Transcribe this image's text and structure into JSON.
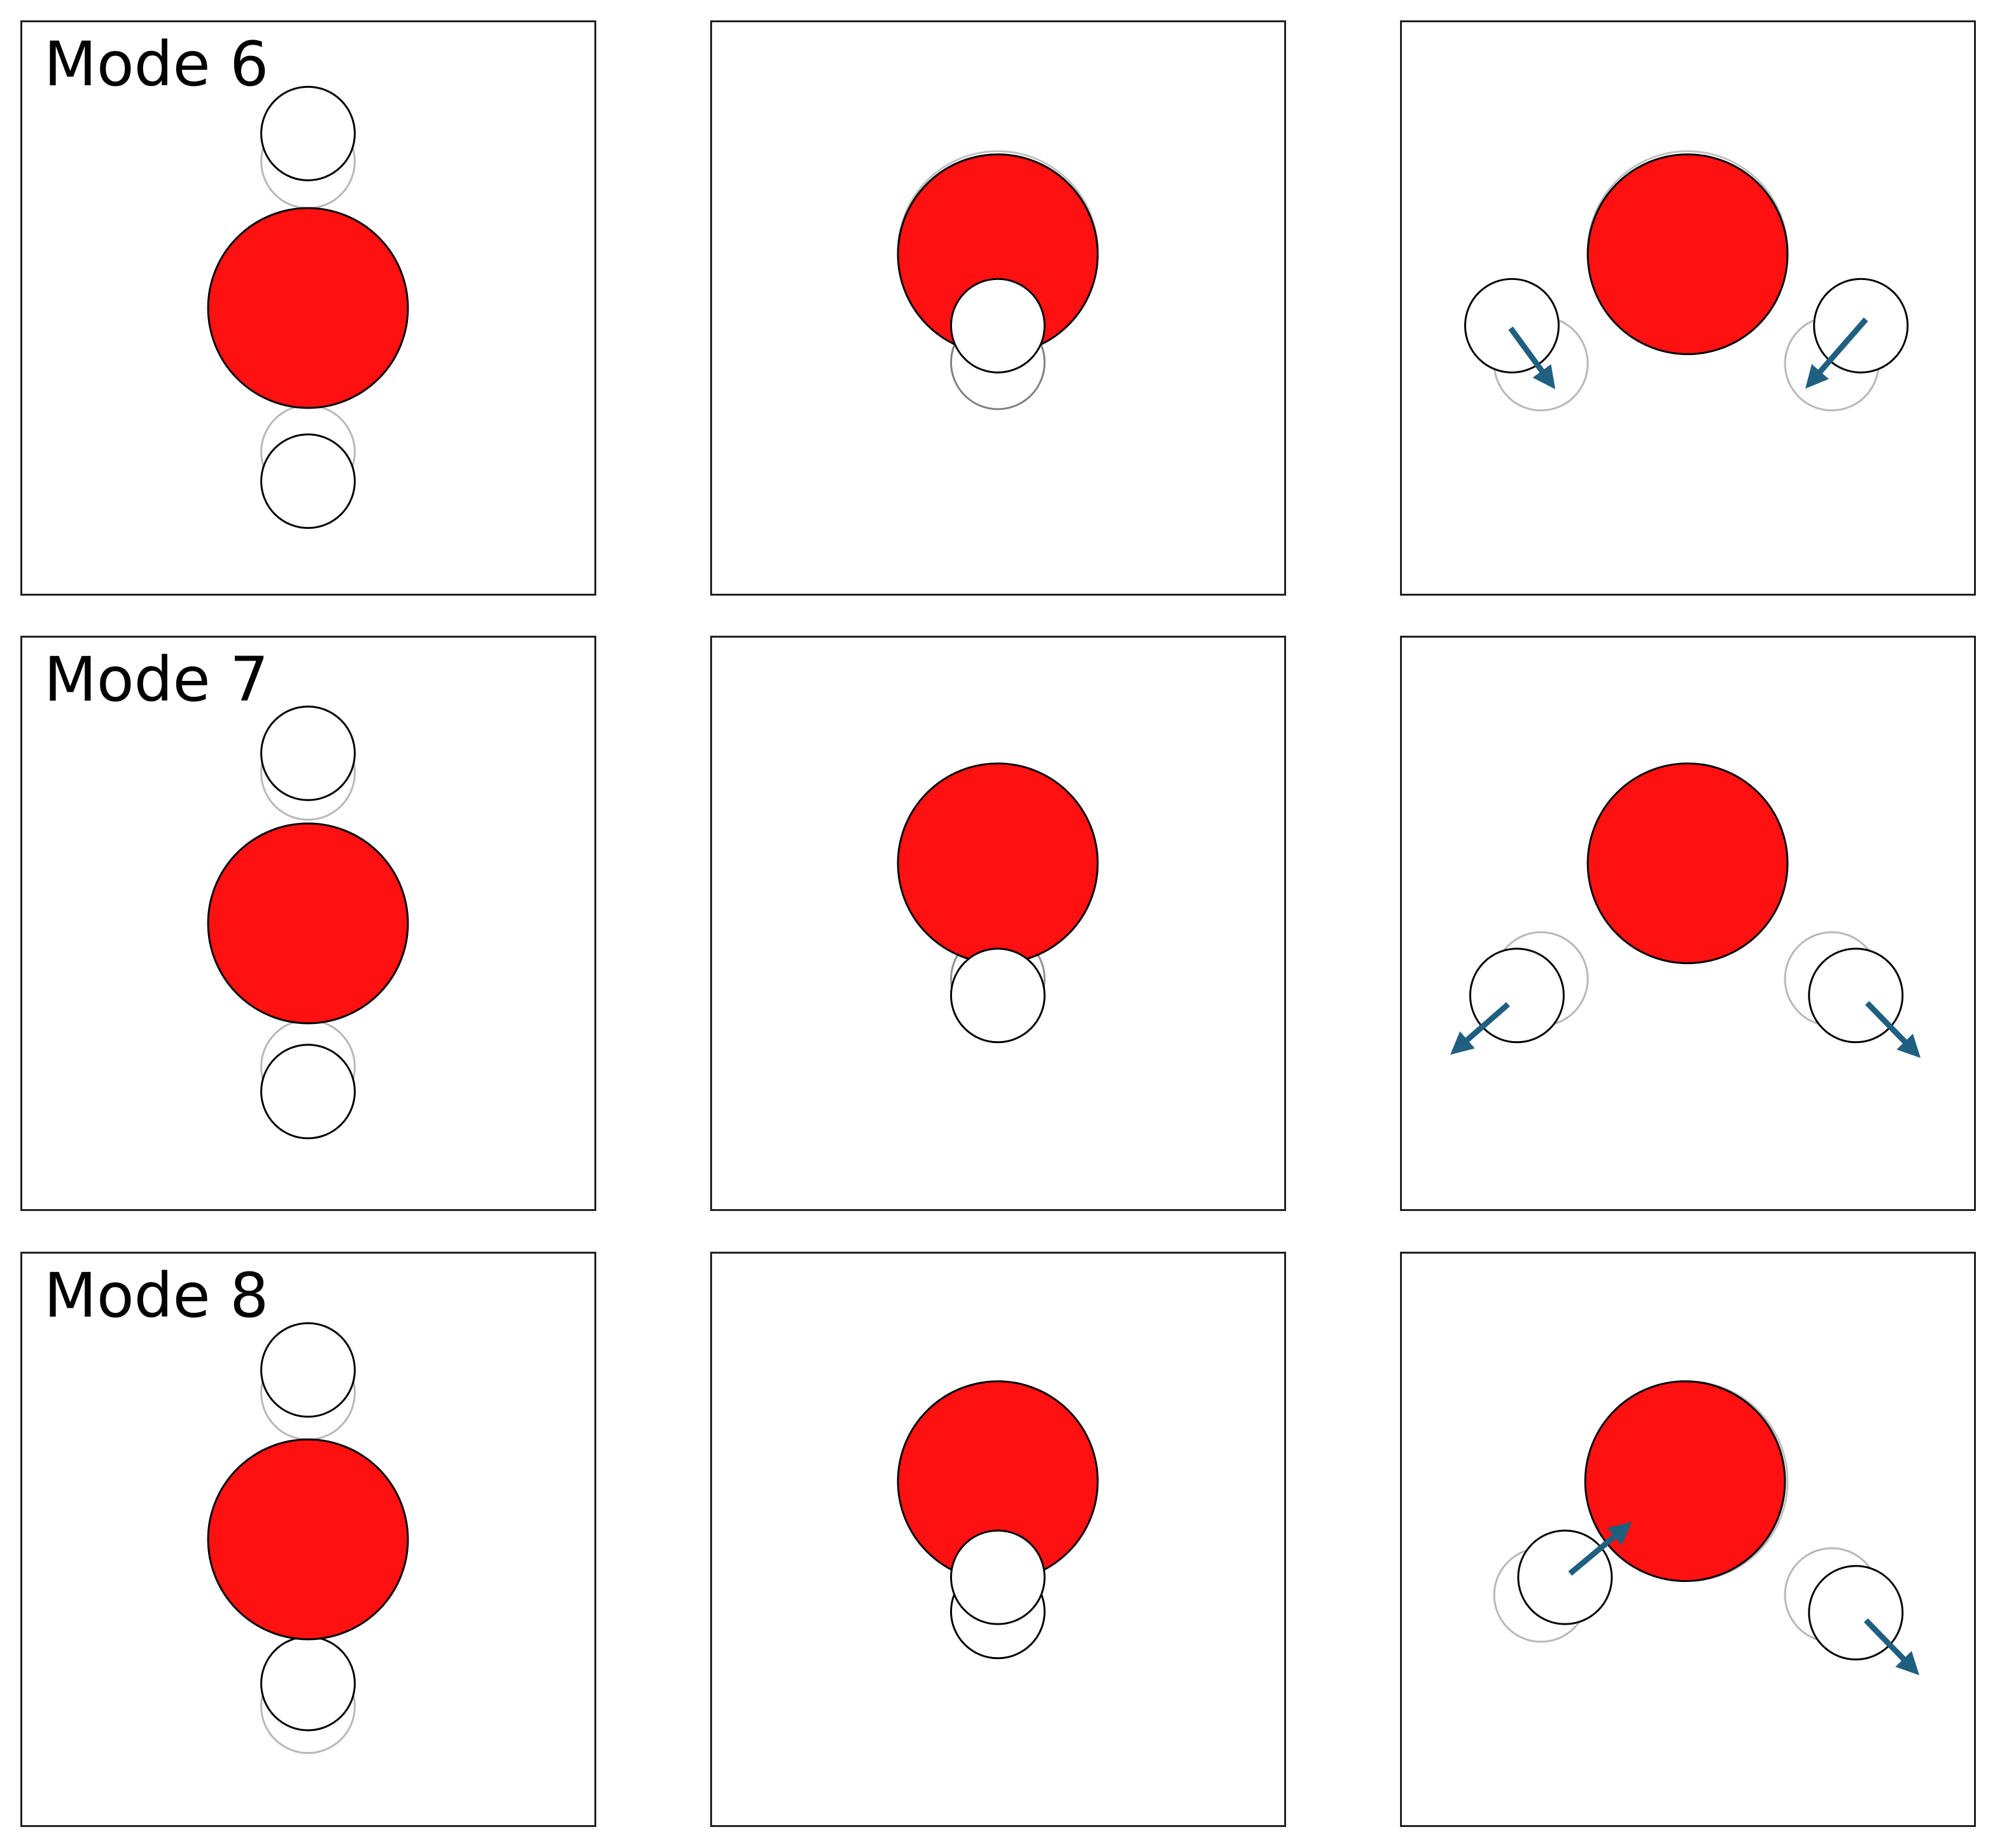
{
  "modes": [
    {
      "label": "Mode 6"
    },
    {
      "label": "Mode 7"
    },
    {
      "label": "Mode 8"
    }
  ],
  "colors": {
    "oxygen": "#ff1111",
    "hydrogen": "#ffffff",
    "atom_outline": "#000000",
    "ghost_outline": "#b0b0b0",
    "arrow": "#1f5f7f",
    "panel_border": "#222222"
  }
}
